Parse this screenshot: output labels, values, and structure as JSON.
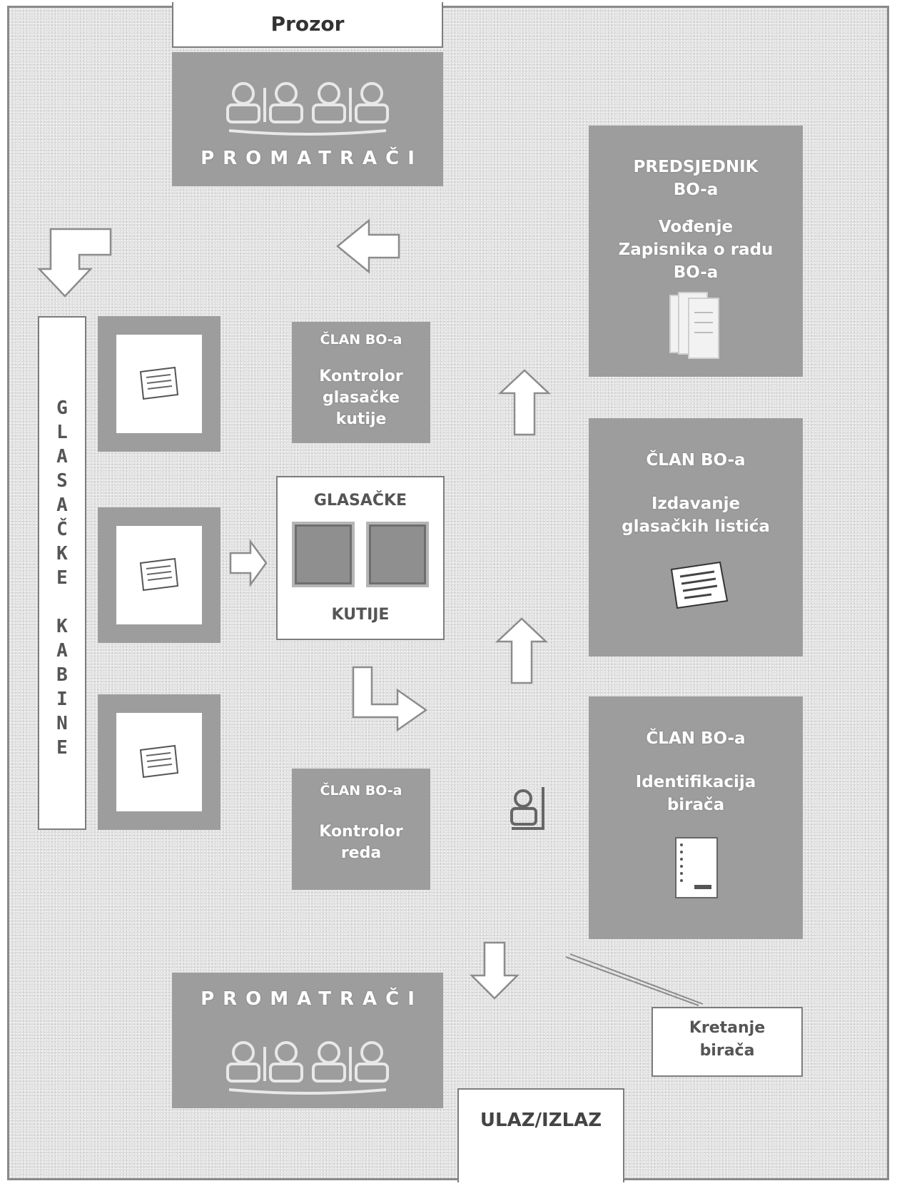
{
  "window_label": "Prozor",
  "observers_top": {
    "label": "PROMATRAČI"
  },
  "observers_bottom": {
    "label": "PROMATRAČI"
  },
  "president_box": {
    "title": "PREDSJEDNIK\nBO-a",
    "role": "Vođenje\nZapisnika o radu\nBO-a"
  },
  "ballot_control_box": {
    "title": "ČLAN BO-a",
    "role": "Kontrolor\nglasačke\nkutije"
  },
  "ballot_issue_box": {
    "title": "ČLAN BO-a",
    "role": "Izdavanje\nglasačkih listića"
  },
  "identification_box": {
    "title": "ČLAN BO-a",
    "role": "Identifikacija\nbirača"
  },
  "order_control_box": {
    "title": "ČLAN BO-a",
    "role": "Kontrolor\nreda"
  },
  "ballot_boxes": {
    "top_label": "GLASAČKE",
    "bottom_label": "KUTIJE"
  },
  "booths_label": "G\nL\nA\nS\nA\nČ\nK\nE\n\nK\nA\nB\nI\nN\nE",
  "legend_label": "Kretanje\nbirača",
  "entrance_label": "ULAZ/IZLAZ",
  "icons": [
    "people-group-icon",
    "document-stack-icon",
    "ballot-paper-icon",
    "voter-list-icon",
    "person-icon",
    "arrow-icon"
  ],
  "colors": {
    "box_fill": "#9d9d9d",
    "background": "#e2e2e2",
    "arrow": "#ffffff",
    "arrow_outline": "#8c8c8c"
  }
}
